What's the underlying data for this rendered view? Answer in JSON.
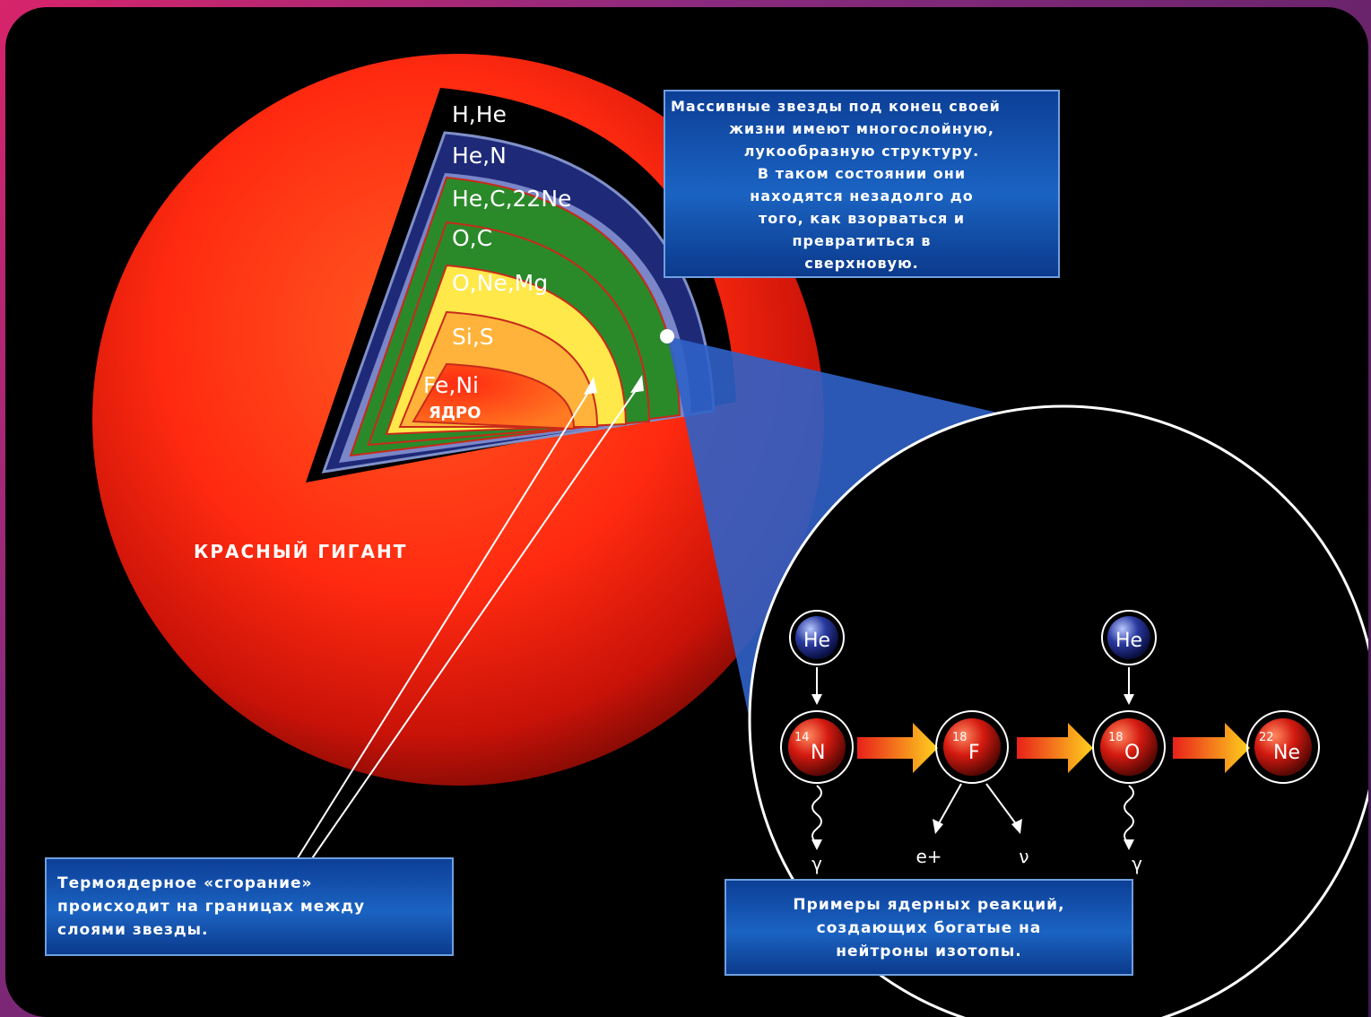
{
  "layers": [
    {
      "label": "H,He",
      "color": "#000000"
    },
    {
      "label": "He,N",
      "color": "#2e3b8f"
    },
    {
      "label": "He,C,22Ne",
      "color": "#2a8a2a"
    },
    {
      "label": "O,C",
      "color": "#2a8a2a"
    },
    {
      "label": "O,Ne,Mg",
      "color": "#ffe84a"
    },
    {
      "label": "Si,S",
      "color": "#ff9a2a"
    },
    {
      "label": "Fe,Ni",
      "color": "#ff3a10"
    }
  ],
  "core_label": "ЯДРО",
  "star_label": "КРАСНЫЙ ГИГАНТ",
  "info_box": {
    "lines": [
      "Массивные звезды под конец своей",
      "жизни имеют многослойную,",
      "лукообразную структуру.",
      "В таком состоянии они",
      "находятся незадолго до",
      "того, как взорваться и",
      "превратиться в",
      "сверхновую."
    ]
  },
  "burning_box": {
    "lines": [
      "Термоядерное «сгорание»",
      "происходит на границах между",
      "слоями звезды."
    ]
  },
  "reactions_box": {
    "lines": [
      "Примеры ядерных реакций,",
      "создающих богатые на",
      "нейтроны изотопы."
    ]
  },
  "reaction_chain": {
    "helium": "He",
    "nuclei": [
      {
        "mass": "14",
        "symbol": "N"
      },
      {
        "mass": "18",
        "symbol": "F"
      },
      {
        "mass": "18",
        "symbol": "O"
      },
      {
        "mass": "22",
        "symbol": "Ne"
      }
    ],
    "products": {
      "gamma": "γ",
      "positron": "e+",
      "neutrino": "ν"
    }
  },
  "colors": {
    "star_red": "#ff2a10",
    "panel_blue": "#1b58b8",
    "arrow_yellow": "#ffd21e"
  }
}
